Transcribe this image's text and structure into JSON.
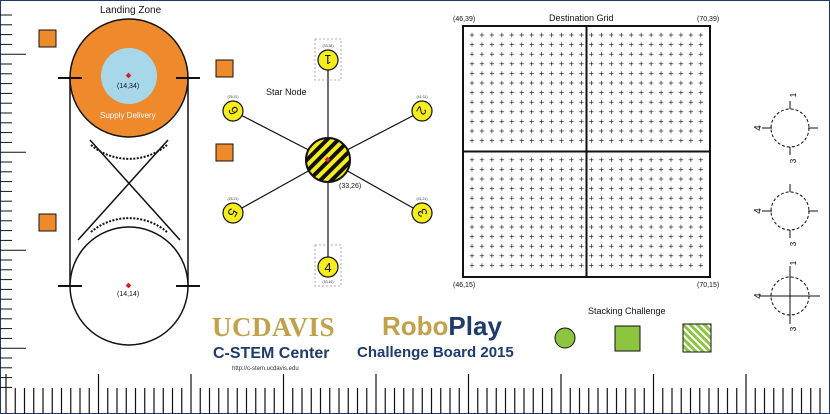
{
  "colors": {
    "orange": "#ee8a2c",
    "blue": "#a7d8ea",
    "yellow": "#f6ee1c",
    "green": "#8dc540",
    "navy": "#1f3b6e",
    "gold": "#c2a14b",
    "red": "#d4202e"
  },
  "landing_zone": {
    "title": "Landing Zone",
    "top_coord": "(14,34)",
    "bottom_coord": "(14,14)",
    "supply_label": "Supply Delivery"
  },
  "star_node": {
    "title": "Star Node",
    "center_coord": "(33,26)",
    "nodes": [
      {
        "num": "1",
        "small": "(33,36)"
      },
      {
        "num": "2",
        "small": "(41,31)"
      },
      {
        "num": "3",
        "small": "(41,21)"
      },
      {
        "num": "4",
        "small": "(33,16)"
      },
      {
        "num": "5",
        "small": "(25,21)"
      },
      {
        "num": "6",
        "small": "(25,31)"
      }
    ]
  },
  "destination_grid": {
    "title": "Destination Grid",
    "tl": "(46,39)",
    "tr": "(70,39)",
    "bl": "(46,15)",
    "br": "(70,15)"
  },
  "stacking": {
    "title": "Stacking Challenge"
  },
  "pegs": [
    {
      "top": "1",
      "left": "4",
      "bottom": "3"
    },
    {
      "top": "",
      "left": "4",
      "bottom": "3"
    },
    {
      "top": "1",
      "left": "4",
      "bottom": "3"
    }
  ],
  "logos": {
    "uc": "UC",
    "davis": "DAVIS",
    "cstem": "C-STEM Center",
    "url": "http://c-stem.ucdavis.edu",
    "robo": "Robo",
    "play": "Play",
    "board": "Challenge Board 2015"
  }
}
